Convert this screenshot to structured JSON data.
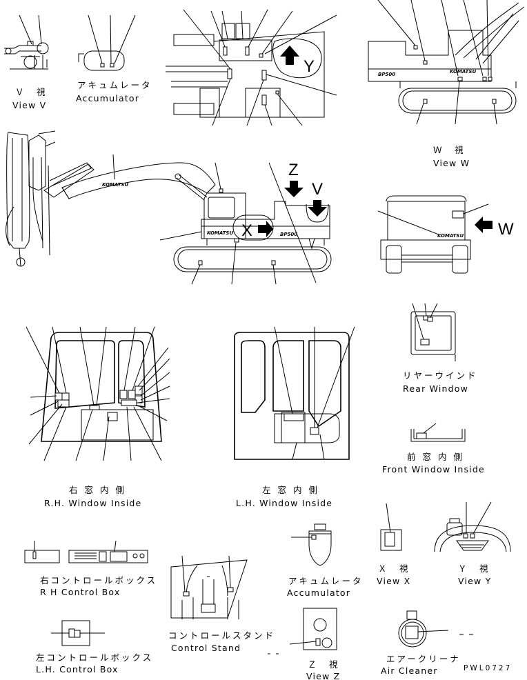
{
  "captions": {
    "view_v": {
      "jp": "Ｖ　視",
      "en": "View V"
    },
    "accumulator_top": {
      "jp": "アキュムレータ",
      "en": "Accumulator"
    },
    "view_w": {
      "jp": "Ｗ　視",
      "en": "View W"
    },
    "rear_window": {
      "jp": "リヤーウインド",
      "en": "Rear Window"
    },
    "front_window_inside": {
      "jp": "前 窓 内 側",
      "en": "Front Window Inside"
    },
    "rh_window_inside": {
      "jp": "右 窓 内 側",
      "en": "R.H. Window Inside"
    },
    "lh_window_inside": {
      "jp": "左 窓 内 側",
      "en": "L.H. Window Inside"
    },
    "rh_control_box": {
      "jp": "右コントロールボックス",
      "en": "R H  Control Box"
    },
    "control_stand": {
      "jp": "コントロールスタンド",
      "en": "Control Stand"
    },
    "accumulator_bottom": {
      "jp": "アキュムレータ",
      "en": "Accumulator"
    },
    "view_x": {
      "jp": "Ｘ　視",
      "en": "View X"
    },
    "view_y": {
      "jp": "Ｙ　視",
      "en": "View Y"
    },
    "lh_control_box": {
      "jp": "左コントロールボックス",
      "en": "L.H. Control Box"
    },
    "view_z": {
      "jp": "Ｚ　視",
      "en": "View Z"
    },
    "air_cleaner": {
      "jp": "エアークリーナ",
      "en": "Air Cleaner"
    }
  },
  "view_letters": {
    "v": "V",
    "w": "W",
    "x": "X",
    "y": "Y",
    "z": "Z"
  },
  "machine_marks": {
    "brand": "KOMATSU",
    "model": "BP500"
  },
  "drawing_code": "PWL0727"
}
